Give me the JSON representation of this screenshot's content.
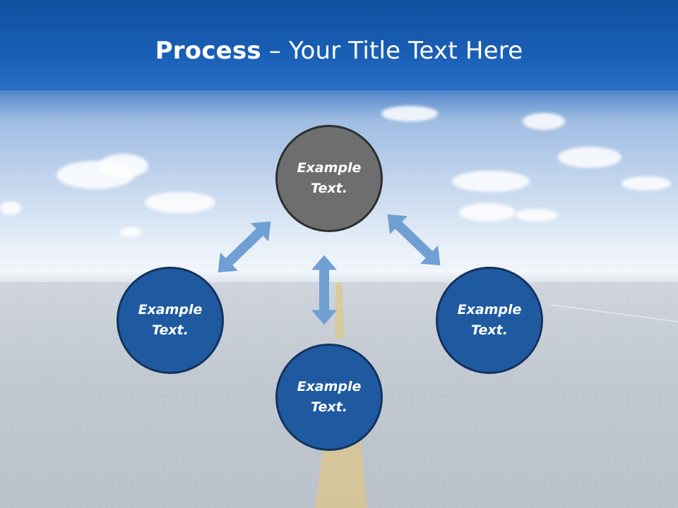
{
  "title": {
    "bold": "Process",
    "rest": " – Your Title Text Here"
  },
  "nodes": [
    {
      "label": "Example Text.",
      "color": "#6e6e6e"
    },
    {
      "label": "Example Text.",
      "color": "#1f5aa0"
    },
    {
      "label": "Example Text.",
      "color": "#1f5aa0"
    },
    {
      "label": "Example Text.",
      "color": "#1f5aa0"
    }
  ],
  "arrow_color": "#6f9fd3",
  "colors": {
    "banner": "#1a5fb6",
    "title_text": "#ffffff"
  }
}
